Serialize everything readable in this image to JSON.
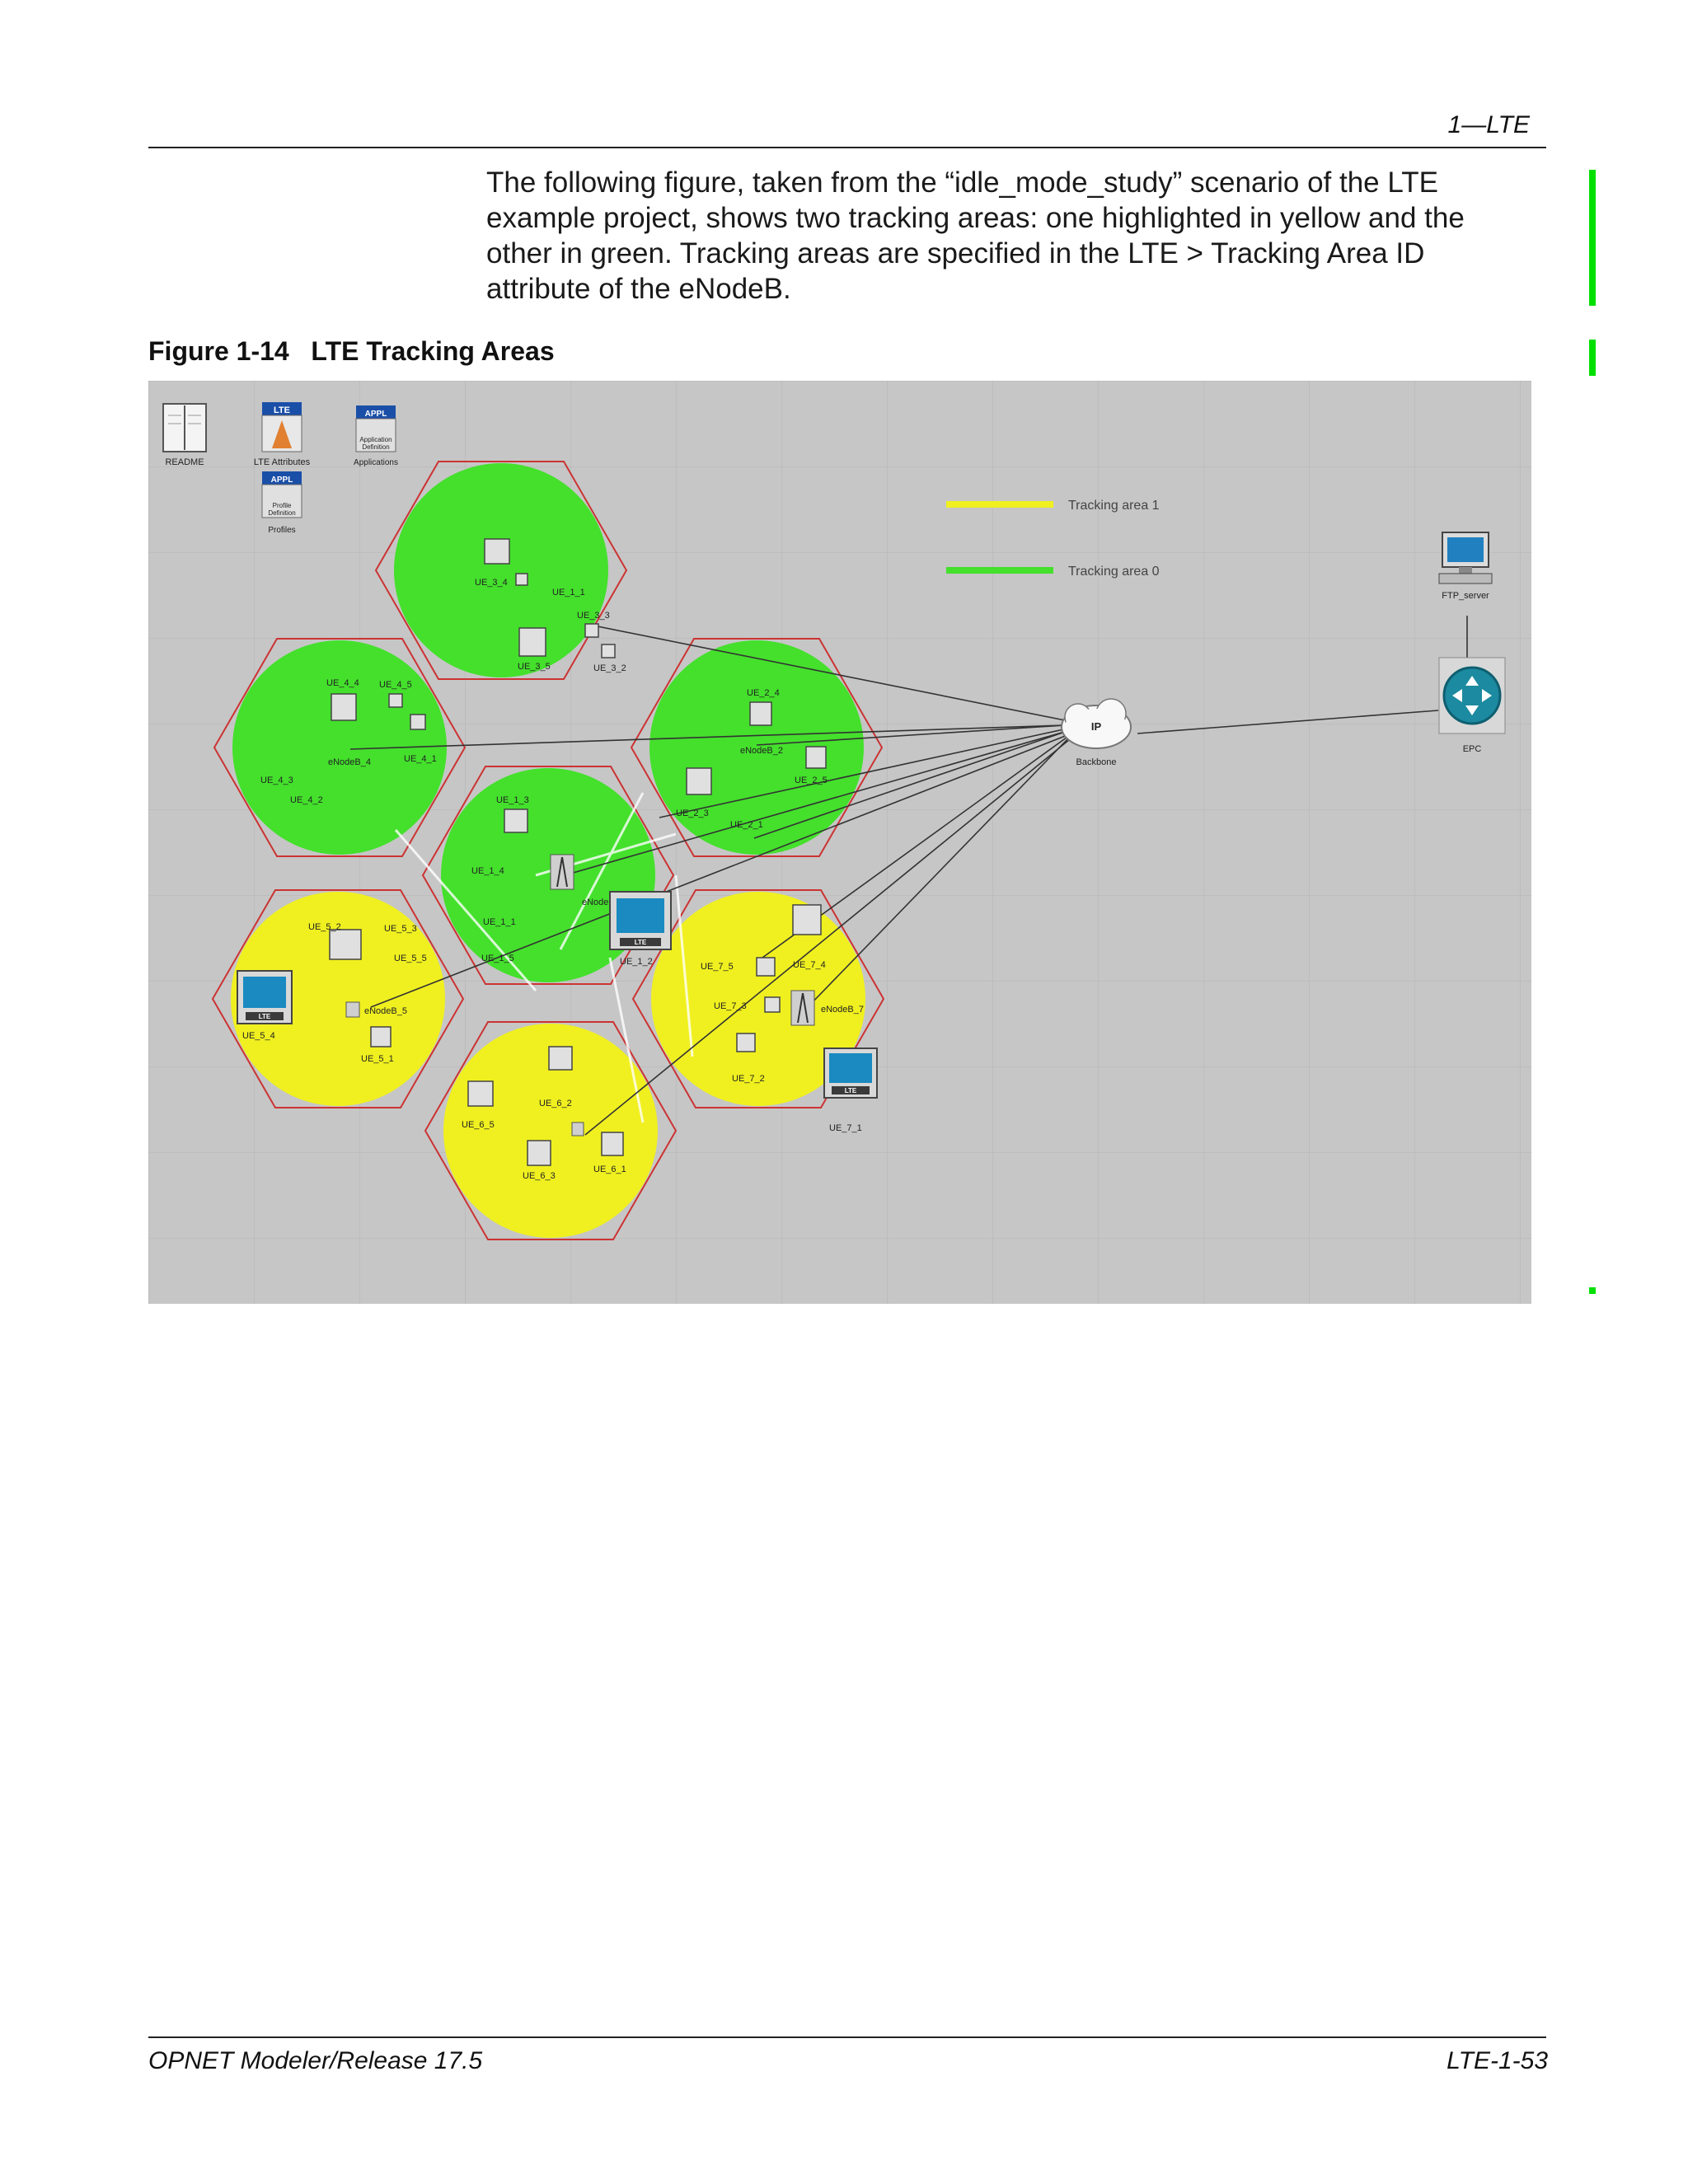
{
  "header": {
    "chapter": "1—LTE"
  },
  "body_text": "The following figure, taken from the “idle_mode_study” scenario of the LTE example project, shows two tracking areas: one highlighted in yellow and the other in green. Tracking areas are specified in the LTE > Tracking Area ID attribute of the eNodeB.",
  "figure": {
    "caption_number": "Figure 1-14",
    "caption_title": "LTE Tracking Areas",
    "colors": {
      "yellow_area": "#f0f020",
      "green_area": "#44e02c",
      "canvas": "#c6c6c6",
      "hex_border": "#cc3333"
    },
    "top_icons": {
      "readme": "README",
      "lte_badge": "LTE",
      "lte_attributes": "LTE Attributes",
      "appl_badge_1": "APPL",
      "app_def_line1": "Application",
      "app_def_line2": "Definition",
      "applications": "Applications",
      "appl_badge_2": "APPL",
      "profile_def_line1": "Profile",
      "profile_def_line2": "Definition",
      "profiles": "Profiles"
    },
    "legend": {
      "tracking_area_1": "Tracking area 1",
      "tracking_area_2": "Tracking area 0"
    },
    "core": {
      "ftp_server": "FTP_server",
      "ip_badge": "IP",
      "backbone": "Backbone",
      "epc": "EPC"
    },
    "cells": {
      "cell1": {
        "enodeb": "eNodeB_1",
        "ues": [
          "UE_1_3",
          "UE_1_4",
          "UE_1_1",
          "UE_1_5",
          "UE_1_2"
        ]
      },
      "cell2": {
        "enodeb": "eNodeB_2",
        "ues": [
          "UE_2_4",
          "UE_2_5",
          "UE_2_3",
          "UE_2_1"
        ]
      },
      "cell3": {
        "ues": [
          "UE_3_4",
          "UE_1_1",
          "UE_3_3",
          "UE_3_5",
          "UE_3_2"
        ]
      },
      "cell4": {
        "enodeb": "eNodeB_4",
        "ues": [
          "UE_4_4",
          "UE_4_5",
          "UE_4_1",
          "UE_4_3",
          "UE_4_2"
        ]
      },
      "cell5": {
        "enodeb": "eNodeB_5",
        "ues": [
          "UE_5_2",
          "UE_5_3",
          "UE_5_5",
          "UE_5_4",
          "UE_5_1"
        ]
      },
      "cell6": {
        "ues": [
          "UE_6_2",
          "UE_6_5",
          "UE_6_3",
          "UE_6_1"
        ]
      },
      "cell7": {
        "enodeb": "eNodeB_7",
        "ues": [
          "UE_7_5",
          "UE_7_4",
          "UE_7_3",
          "UE_7_2",
          "UE_7_1"
        ]
      }
    },
    "device_badge": "LTE"
  },
  "footer": {
    "product": "OPNET Modeler/Release 17.5",
    "page": "LTE-1-53"
  }
}
